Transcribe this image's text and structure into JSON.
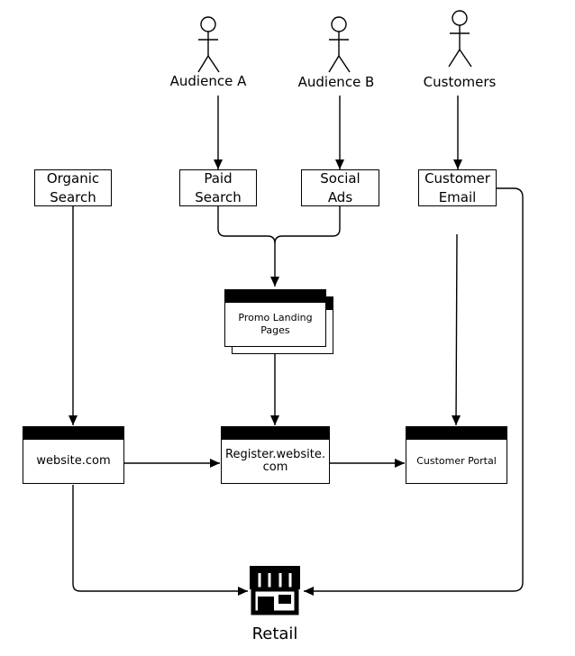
{
  "actors": [
    {
      "id": "audience-a",
      "label": "Audience A"
    },
    {
      "id": "audience-b",
      "label": "Audience B"
    },
    {
      "id": "customers",
      "label": "Customers"
    }
  ],
  "channels": {
    "organic_search": "Organic\nSearch",
    "paid_search": "Paid\nSearch",
    "social_ads": "Social\nAds",
    "customer_email": "Customer\nEmail"
  },
  "pages": {
    "promo_landing": "Promo Landing\nPages",
    "website": "website.com",
    "register": "Register.website.\ncom",
    "customer_portal": "Customer Portal"
  },
  "retail": {
    "label": "Retail",
    "icon": "storefront-icon"
  }
}
